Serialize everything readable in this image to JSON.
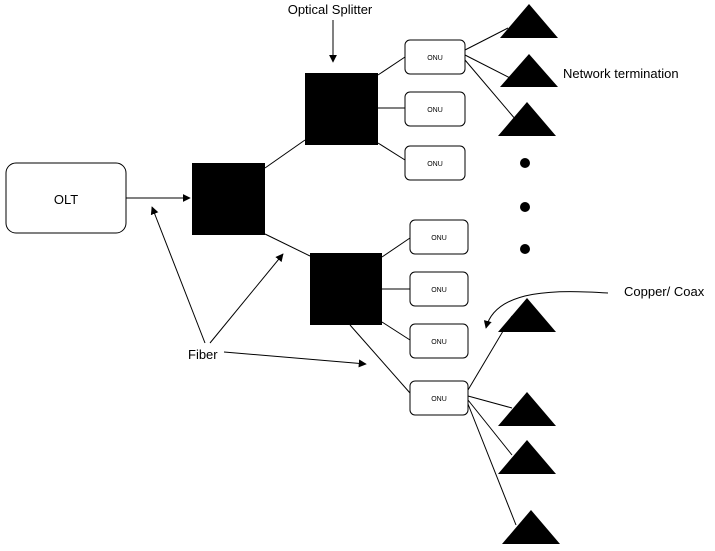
{
  "labels": {
    "olt": "OLT",
    "optical_splitter": "Optical Splitter",
    "network_termination": "Network termination",
    "fiber": "Fiber",
    "copper_coax": "Copper/ Coax"
  },
  "onu_label": "ONU",
  "onu_units": [
    "ONU",
    "ONU",
    "ONU",
    "ONU",
    "ONU",
    "ONU",
    "ONU"
  ],
  "colors": {
    "foreground": "#000000",
    "background": "#ffffff"
  }
}
